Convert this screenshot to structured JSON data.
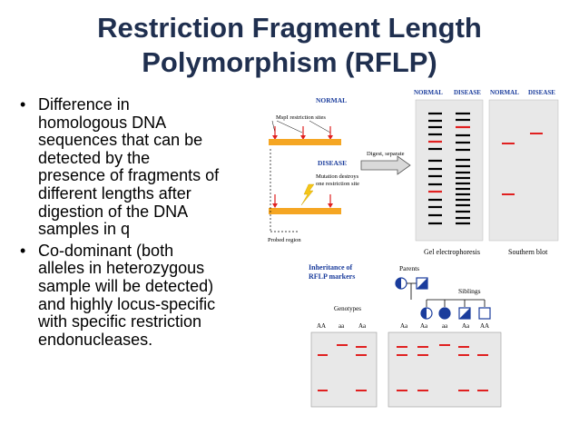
{
  "title": {
    "line1": "Restriction Fragment Length",
    "line2": "Polymorphism (RFLP)"
  },
  "bullets": [
    {
      "marker": "•",
      "lines": [
        "Difference in",
        "homologous DNA",
        "sequences that can be",
        "detected by the",
        "presence of fragments of",
        "different lengths after",
        "digestion of the DNA",
        "samples in q"
      ]
    },
    {
      "marker": "•",
      "lines": [
        "Co-dominant (both",
        "alleles in heterozygous",
        "sample will be detected)",
        "and highly locus-specific",
        "with specific restriction",
        "endonucleases."
      ]
    }
  ],
  "figure1": {
    "normal_label": "NORMAL",
    "sites_label": "MspI restriction sites",
    "disease_label": "DISEASE",
    "mutation_label_line1": "Mutation destroys",
    "mutation_label_line2": "one restriction site",
    "probed_label": "Probed region",
    "digest_label": "Digest, separate",
    "gel_headers": [
      "NORMAL",
      "DISEASE",
      "NORMAL",
      "DISEASE"
    ],
    "gel_caption": "Gel electrophoresis",
    "blot_caption": "Southern blot",
    "colors": {
      "dna_bar": "#f5a623",
      "band_red": "#e02020",
      "band_black": "#000000",
      "gel_bg": "#e8e8e8",
      "label_blue": "#1a3c9c"
    }
  },
  "figure2": {
    "title_line1": "Inheritance of",
    "title_line2": "RFLP markers",
    "parents_label": "Parents",
    "siblings_label": "Siblings",
    "genotypes_label": "Genotypes",
    "left_genotypes": [
      "AA",
      "aa",
      "Aa"
    ],
    "right_genotypes": [
      "Aa",
      "Aa",
      "aa",
      "Aa",
      "AA"
    ],
    "colors": {
      "symbol_blue": "#1a3c9c",
      "band_red": "#e02020",
      "gel_bg": "#e8e8e8"
    }
  }
}
